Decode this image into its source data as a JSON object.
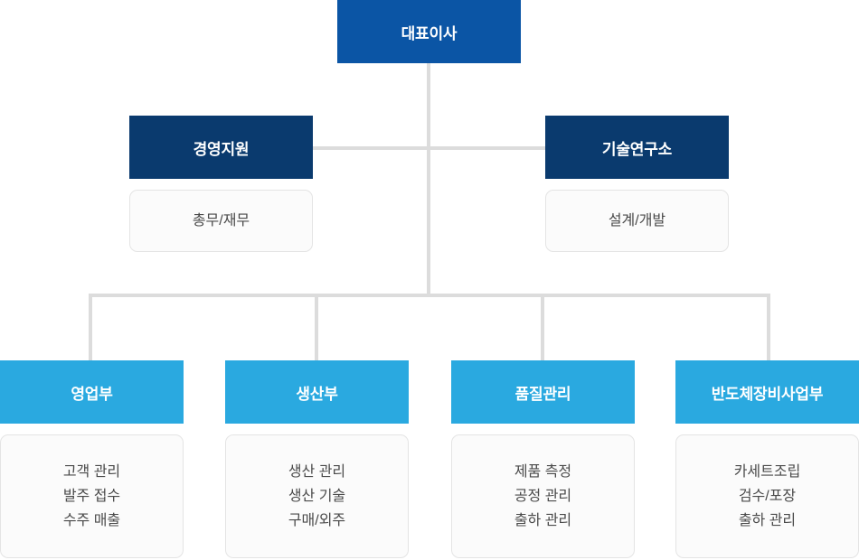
{
  "diagram": {
    "type": "organization-chart",
    "background_color": "#ffffff",
    "connector_color": "#dcdcdc",
    "colors": {
      "ceo": "#0b55a5",
      "staff": "#0a3a6e",
      "department": "#2aa9e0",
      "sub_box_background": "#fbfbfb",
      "sub_box_border": "#e4e4e4",
      "sub_text": "#4a4a4a",
      "head_text": "#ffffff"
    },
    "root": {
      "label": "대표이사"
    },
    "staff_units": [
      {
        "label": "경영지원",
        "sub": {
          "lines": [
            "총무/재무"
          ]
        }
      },
      {
        "label": "기술연구소",
        "sub": {
          "lines": [
            "설계/개발"
          ]
        }
      }
    ],
    "departments": [
      {
        "label": "영업부",
        "sub": {
          "lines": [
            "고객 관리",
            "발주 접수",
            "수주 매출"
          ]
        }
      },
      {
        "label": "생산부",
        "sub": {
          "lines": [
            "생산 관리",
            "생산 기술",
            "구매/외주"
          ]
        }
      },
      {
        "label": "품질관리",
        "sub": {
          "lines": [
            "제품 측정",
            "공정 관리",
            "출하 관리"
          ]
        }
      },
      {
        "label": "반도체장비사업부",
        "sub": {
          "lines": [
            "카세트조립",
            "검수/포장",
            "출하 관리"
          ]
        }
      }
    ]
  }
}
